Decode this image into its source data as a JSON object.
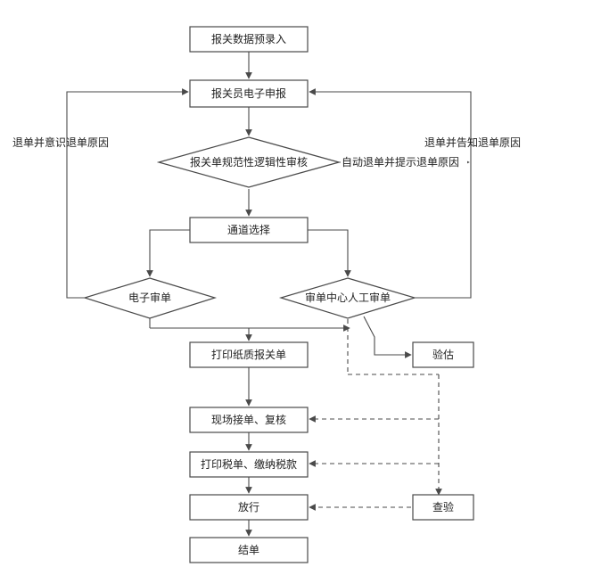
{
  "nodes": {
    "pre_entry": "报关数据预录入",
    "e_declare": "报关员电子申报",
    "logic_review": "报关单规范性逻辑性审核",
    "channel": "通道选择",
    "e_review": "电子审单",
    "manual_review": "审单中心人工审单",
    "print_form": "打印纸质报关单",
    "appraise": "验估",
    "onsite": "现场接单、复核",
    "tax": "打印税单、缴纳税款",
    "release": "放行",
    "inspect": "查验",
    "close": "结单"
  },
  "edges": {
    "left_return": "退单并意识退单原因",
    "right_return": "退单并告知退单原因",
    "auto_return": "自动退单并提示退单原因"
  }
}
